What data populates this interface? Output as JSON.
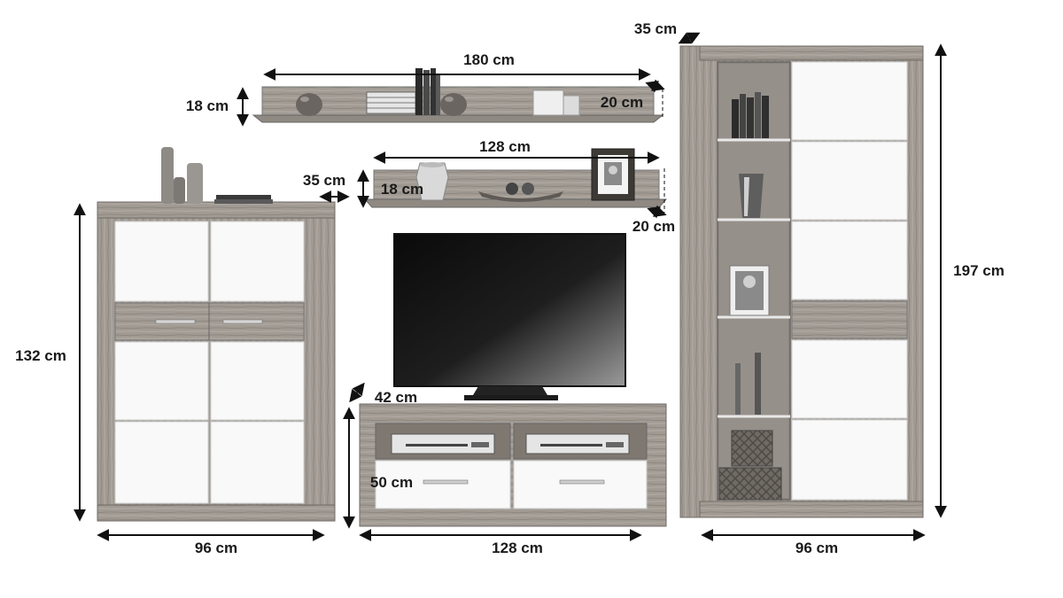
{
  "colors": {
    "wood": "#a09a93",
    "wood_dark": "#7e7871",
    "wood_light": "#bab4ad",
    "panel_white": "#fafafa",
    "screen_top": "#0d0d0d",
    "screen_bottom": "#8a8a8a",
    "dim_line": "#111111",
    "glass": "#d8d8d8"
  },
  "dimensions": {
    "wall_shelf_top": {
      "width": "180 cm",
      "height": "18 cm",
      "depth": "20 cm"
    },
    "wall_shelf_middle": {
      "width": "128 cm",
      "height": "18 cm",
      "depth": "20 cm",
      "side_depth": "35 cm"
    },
    "highboard": {
      "width": "96 cm",
      "height": "132 cm"
    },
    "tv_bench": {
      "width": "128 cm",
      "height": "50 cm",
      "depth": "42 cm"
    },
    "vitrine": {
      "width": "96 cm",
      "height": "197 cm",
      "depth": "35 cm"
    }
  },
  "icons": {
    "vase": "vase-icon",
    "books": "books-icon",
    "picture_frame": "picture-frame-icon",
    "candles": "candles-icon",
    "bowl": "decor-bowl-icon",
    "dvd_player": "dvd-player-icon",
    "tv": "television-icon"
  }
}
